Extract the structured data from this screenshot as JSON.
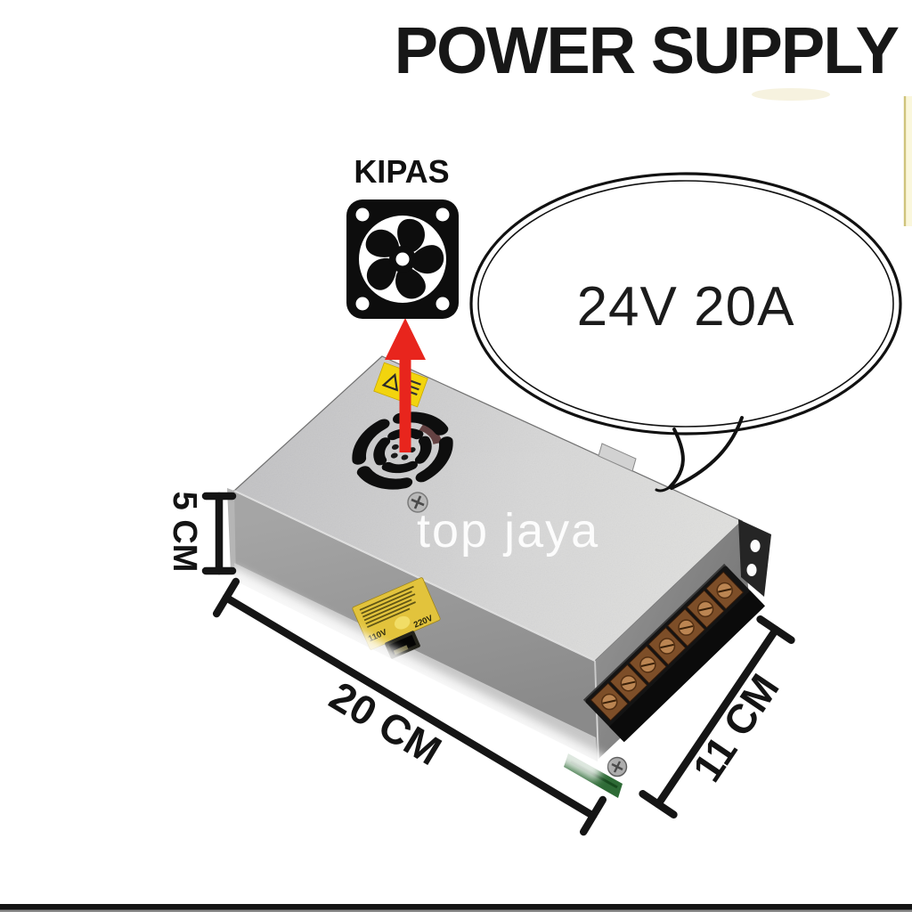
{
  "title": "POWER SUPPLY",
  "fan_callout": {
    "label": "KIPAS",
    "arrow_color": "#e8251d"
  },
  "speech_bubble": {
    "text": "24V 20A"
  },
  "dimensions": {
    "height_label": "5 CM",
    "length_label": "20 CM",
    "depth_label": "11 CM"
  },
  "watermark": {
    "text": "top jaya"
  },
  "device": {
    "front_sticker": {
      "voltage_left": "110V",
      "voltage_right": "220V",
      "color": "#e2c33c"
    },
    "top_sticker_color": "#f2d40e",
    "colors": {
      "metal_top": "#d6d6d6",
      "metal_front": "#959595",
      "metal_side": "#7e7e7e",
      "terminal_brown": "#7d4e28",
      "pcb_green": "#2e6b36"
    }
  },
  "decor": {
    "side_note_color": "#faf7dc",
    "bottom_bar_color": "#141414"
  }
}
